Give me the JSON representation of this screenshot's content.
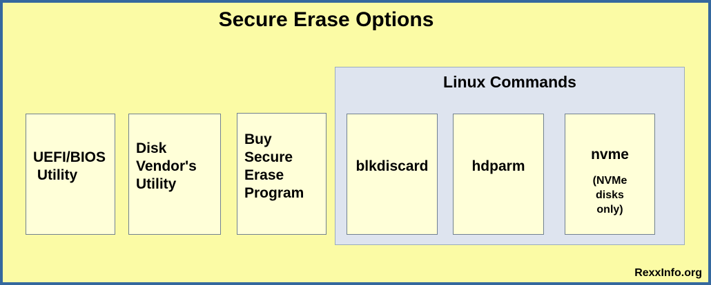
{
  "page": {
    "title": "Secure Erase Options",
    "footer": "RexxInfo.org"
  },
  "colors": {
    "page_background": "#FBFBA5",
    "page_border": "#35689E",
    "box_background": "#FFFFD8",
    "box_border": "#708090",
    "group_background": "#DEE4EF",
    "group_border": "#9AACBD",
    "text": "#000000"
  },
  "option_boxes": [
    {
      "label": "UEFI/BIOS\n Utility"
    },
    {
      "label": "Disk\nVendor's\nUtility"
    },
    {
      "label": "Buy\nSecure\nErase\nProgram"
    }
  ],
  "linux_group": {
    "title": "Linux Commands",
    "commands": [
      {
        "label": "blkdiscard"
      },
      {
        "label": "hdparm"
      },
      {
        "label": "nvme",
        "note": "(NVMe\ndisks\nonly)"
      }
    ]
  }
}
